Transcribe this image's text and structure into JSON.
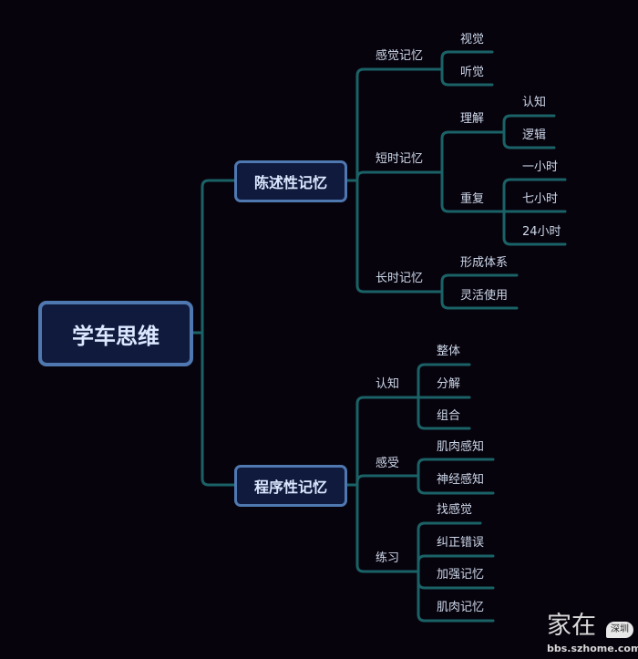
{
  "root": "学车思维",
  "declarative": {
    "title": "陈述性记忆",
    "sensory": {
      "label": "感觉记忆",
      "children": [
        "视觉",
        "听觉"
      ]
    },
    "short_term": {
      "label": "短时记忆",
      "understand": {
        "label": "理解",
        "children": [
          "认知",
          "逻辑"
        ]
      },
      "repeat": {
        "label": "重复",
        "children": [
          "一小时",
          "七小时",
          "24小时"
        ]
      }
    },
    "long_term": {
      "label": "长时记忆",
      "children": [
        "形成体系",
        "灵活使用"
      ]
    }
  },
  "procedural": {
    "title": "程序性记忆",
    "cognition": {
      "label": "认知",
      "children": [
        "整体",
        "分解",
        "组合"
      ]
    },
    "feeling": {
      "label": "感受",
      "children": [
        "肌肉感知",
        "神经感知"
      ]
    },
    "practice": {
      "label": "练习",
      "children": [
        "找感觉",
        "纠正错误",
        "加强记忆",
        "肌肉记忆"
      ]
    }
  },
  "watermark": {
    "brand": "家在",
    "city": "深圳",
    "url": "bbs.szhome.com"
  },
  "colors": {
    "background": "#07030d",
    "node_fill": "#0f1a3d",
    "node_border": "#4f78b0",
    "connector": "#1a6266"
  }
}
